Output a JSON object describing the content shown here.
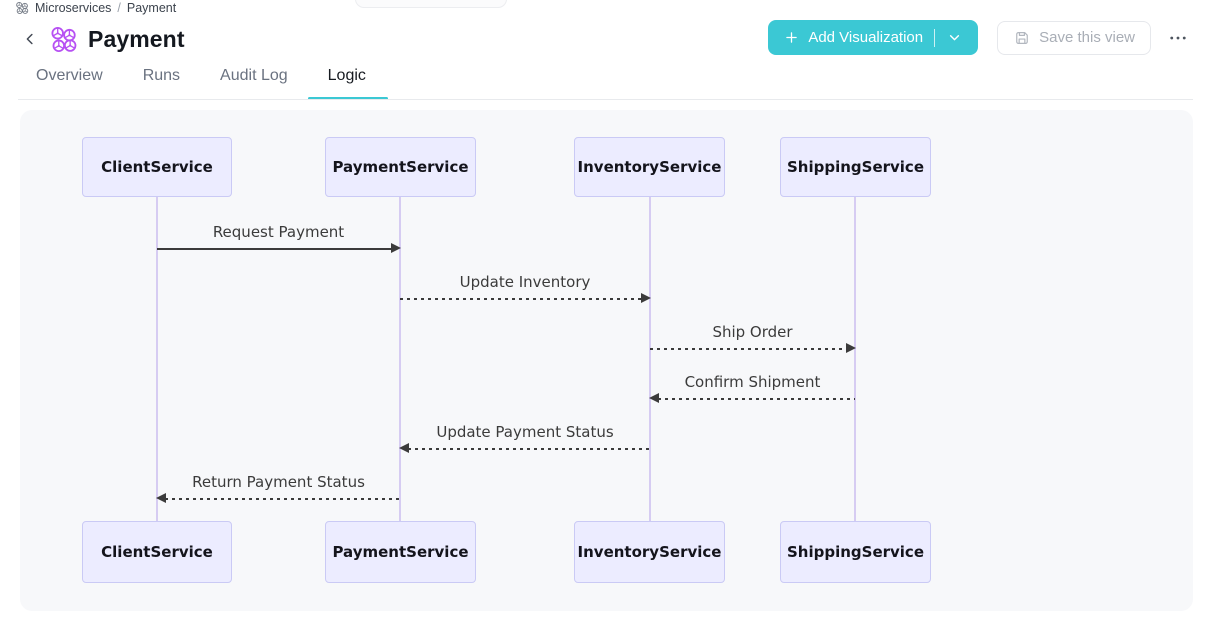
{
  "breadcrumb": {
    "app": "Microservices",
    "separator": "/",
    "current": "Payment"
  },
  "header": {
    "title": "Payment",
    "add_visualization_label": "Add Visualization",
    "save_view_label": "Save this view"
  },
  "tabs": [
    {
      "label": "Overview",
      "active": false
    },
    {
      "label": "Runs",
      "active": false
    },
    {
      "label": "Audit Log",
      "active": false
    },
    {
      "label": "Logic",
      "active": true
    }
  ],
  "icons": {
    "breadcrumb_icon": "cluster-icon",
    "title_icon": "cluster-icon",
    "back": "chevron-left-icon",
    "add": "plus-icon",
    "dropdown": "chevron-down-icon",
    "save": "floppy-disk-icon",
    "more": "ellipsis-icon"
  },
  "colors": {
    "accent": "#3BC8D4",
    "icon-purple": "#B751F3",
    "panel-bg": "#F7F8FA",
    "actor-fill": "#ECECFF",
    "actor-border": "#CACAF5",
    "lifeline": "#D6CCF2",
    "signal": "#3B3B3B"
  },
  "diagram": {
    "type": "sequence-diagram",
    "participants": [
      "ClientService",
      "PaymentService",
      "InventoryService",
      "ShippingService"
    ],
    "messages": [
      {
        "from": "ClientService",
        "to": "PaymentService",
        "label": "Request Payment",
        "style": "solid"
      },
      {
        "from": "PaymentService",
        "to": "InventoryService",
        "label": "Update Inventory",
        "style": "dashed"
      },
      {
        "from": "InventoryService",
        "to": "ShippingService",
        "label": "Ship Order",
        "style": "dashed"
      },
      {
        "from": "ShippingService",
        "to": "InventoryService",
        "label": "Confirm Shipment",
        "style": "dashed"
      },
      {
        "from": "InventoryService",
        "to": "PaymentService",
        "label": "Update Payment Status",
        "style": "dashed"
      },
      {
        "from": "PaymentService",
        "to": "ClientService",
        "label": "Return Payment Status",
        "style": "dashed"
      }
    ]
  }
}
